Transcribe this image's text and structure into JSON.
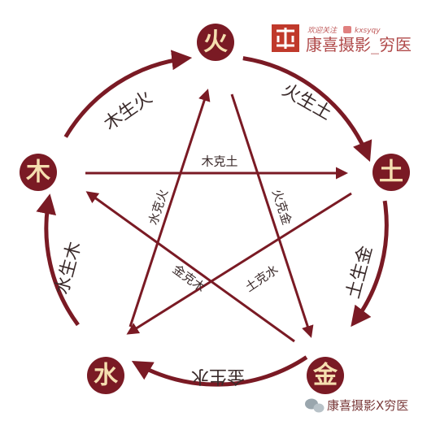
{
  "colors": {
    "accent": "#7a1a24",
    "node_text": "#f5dfb0",
    "brand": "#c0392b"
  },
  "brand": {
    "tagline": "欢迎关注",
    "handle": "kxsyqy",
    "name": "康喜摄影_穷医"
  },
  "elements": {
    "fire": "火",
    "earth": "土",
    "metal": "金",
    "water": "水",
    "wood": "木"
  },
  "generating": [
    "木生火",
    "火生土",
    "土生金",
    "金生水",
    "水生木"
  ],
  "controlling": [
    "木克土",
    "火克金",
    "土克水",
    "金克木",
    "水克火"
  ],
  "watermark": {
    "icon": "wechat-icon",
    "text": "康喜摄影X穷医"
  }
}
